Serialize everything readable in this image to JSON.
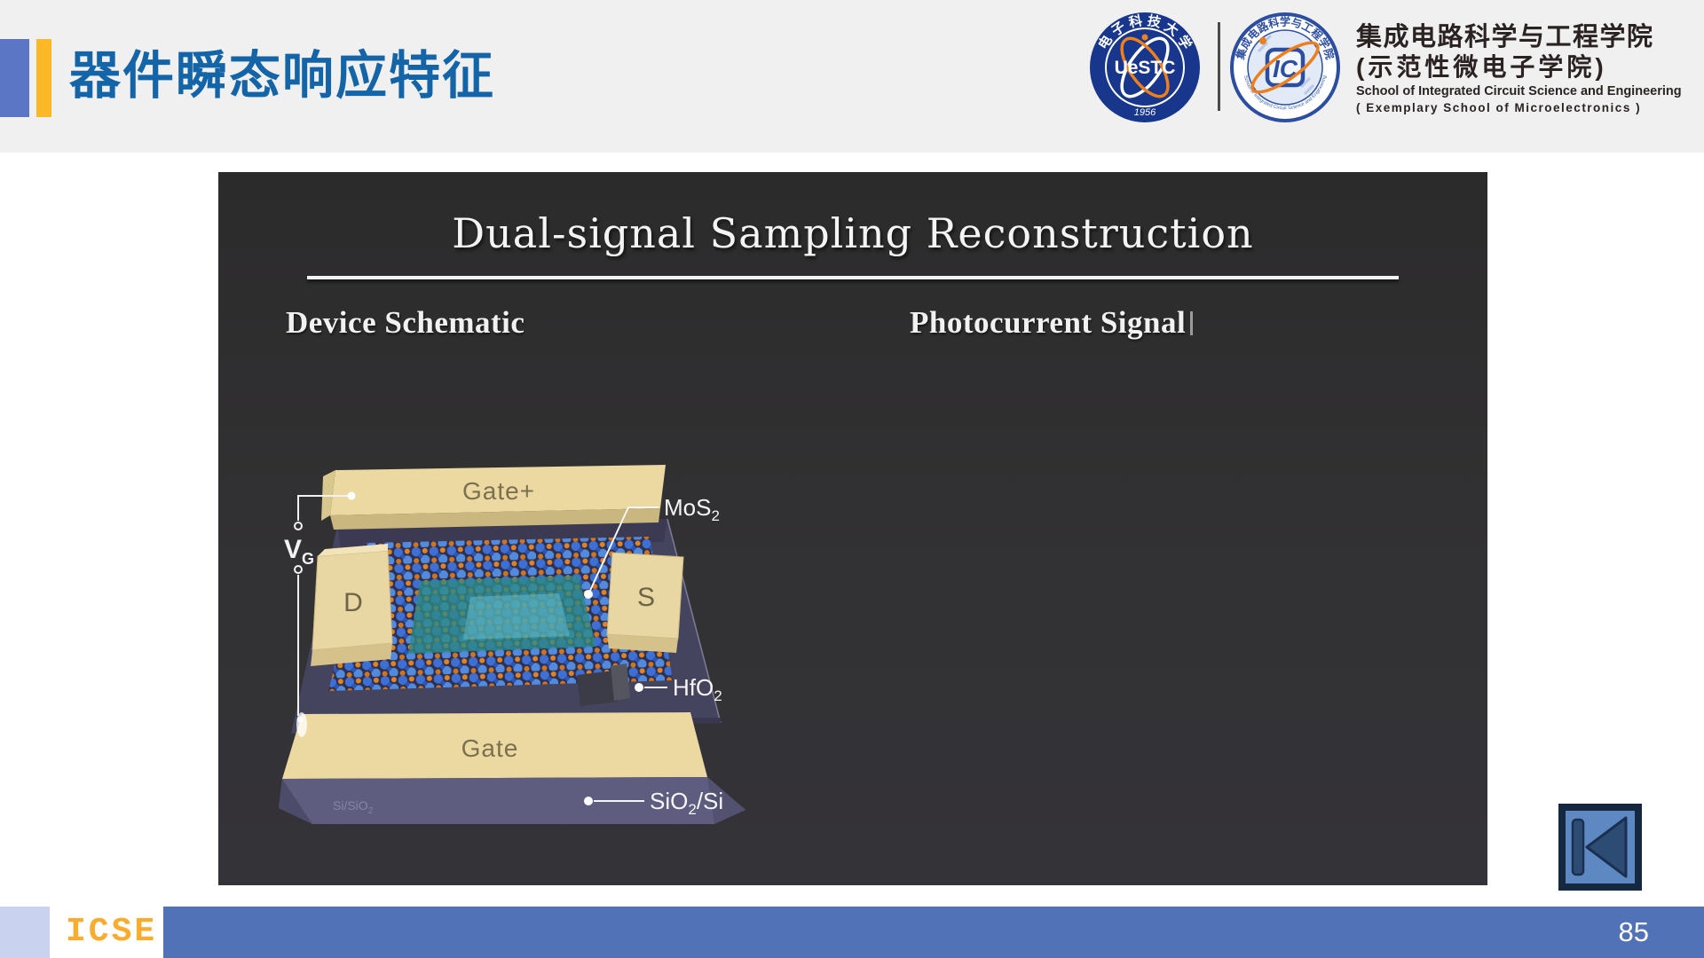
{
  "header": {
    "title": "器件瞬态响应特征",
    "uestc": {
      "ring_text": "电 子 科 技 大 学",
      "wordmark": "UeSTC",
      "year": "1956"
    },
    "ic_logo": {
      "ring_text": "集成电路科学与工程学院",
      "ring_bottom": "School of Integrated Circuit Science and Engineering",
      "monogram": "IC"
    },
    "school": {
      "cn_line1": "集成电路科学与工程学院",
      "cn_line2": "(示范性微电子学院)",
      "en_line1": "School of Integrated Circuit Science and Engineering",
      "en_line2": "( Exemplary School of Microelectronics )"
    }
  },
  "media": {
    "title": "Dual-signal Sampling Reconstruction",
    "left_heading": "Device Schematic",
    "right_heading": "Photocurrent Signal",
    "schematic": {
      "gate_top": "Gate+",
      "gate_bottom": "Gate",
      "drain": "D",
      "source": "S",
      "mos2": {
        "main": "MoS",
        "sub": "2"
      },
      "hfo2": {
        "main": "HfO",
        "sub": "2"
      },
      "sio2_si": {
        "main": "SiO",
        "sub": "2",
        "post": "/Si"
      },
      "wafer_face": {
        "main": "Si/SiO",
        "sub": "2"
      },
      "gate_voltage": {
        "main": "V",
        "sub": "G"
      }
    }
  },
  "footer": {
    "logo_text": "ICSE",
    "page_number": "85"
  },
  "colors": {
    "title_blue": "#1464a8",
    "accent_blue": "#5b76c4",
    "accent_yellow": "#fcb827",
    "panel_bg": "#302f31",
    "gate_cream": "#ecd9a2",
    "dielectric_slate": "#45445f",
    "wafer_slate": "#5e5d7f",
    "atom_blue": "#3d6fd4",
    "atom_orange": "#e08228",
    "channel_teal": "#2d8a84",
    "footer_bar_blue": "#5272b8",
    "footer_square_lavender": "#c9d3f0",
    "icse_orange": "#f9ac2e",
    "nav_button_fill": "#5d88c2",
    "nav_button_dark": "#1d3a5f"
  }
}
